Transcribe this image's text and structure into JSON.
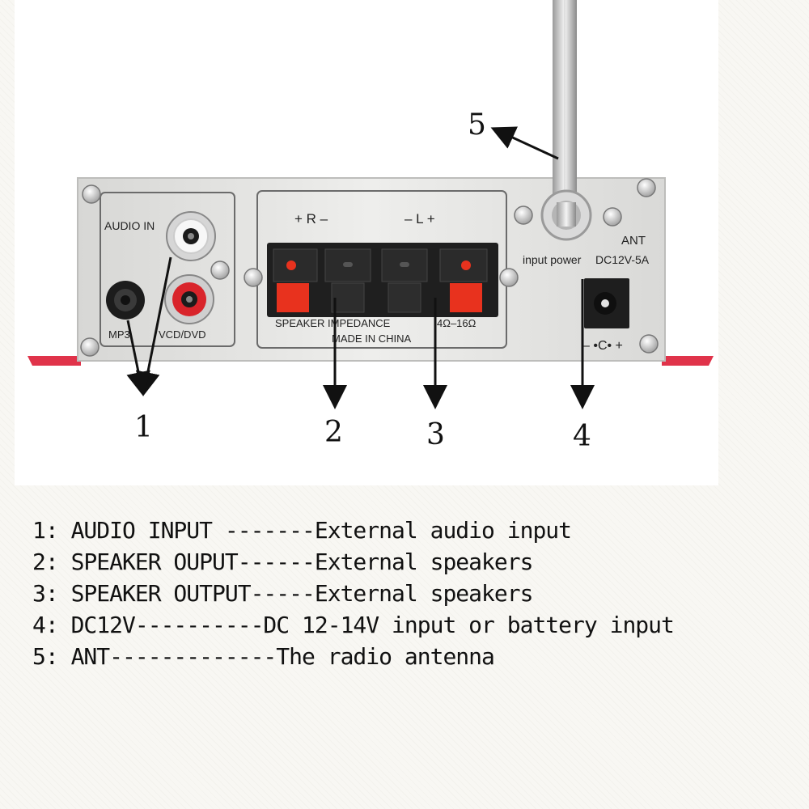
{
  "panel": {
    "audio_in": "AUDIO IN",
    "mp3": "MP3",
    "vcd_dvd": "VCD/DVD",
    "channel_r": "+ R –",
    "channel_l": "– L +",
    "speaker_impedance": "SPEAKER IMPEDANCE",
    "impedance_range": "4Ω–16Ω",
    "made_in": "MADE IN CHINA",
    "ant": "ANT",
    "input_power": "input power",
    "dc_rating": "DC12V-5A",
    "polarity": "– •C• +"
  },
  "callouts": [
    "1",
    "2",
    "3",
    "4",
    "5"
  ],
  "legend": [
    "1: AUDIO INPUT -------External audio input",
    "2: SPEAKER OUPUT------External speakers",
    "3: SPEAKER OUTPUT-----External speakers",
    "4: DC12V----------DC 12-14V input or battery input",
    "5: ANT-------------The radio antenna"
  ],
  "colors": {
    "panel": "#e3e3e1",
    "housing_red": "#e0334a",
    "clip_red": "#e8321e",
    "clip_black": "#2a2a2a"
  }
}
